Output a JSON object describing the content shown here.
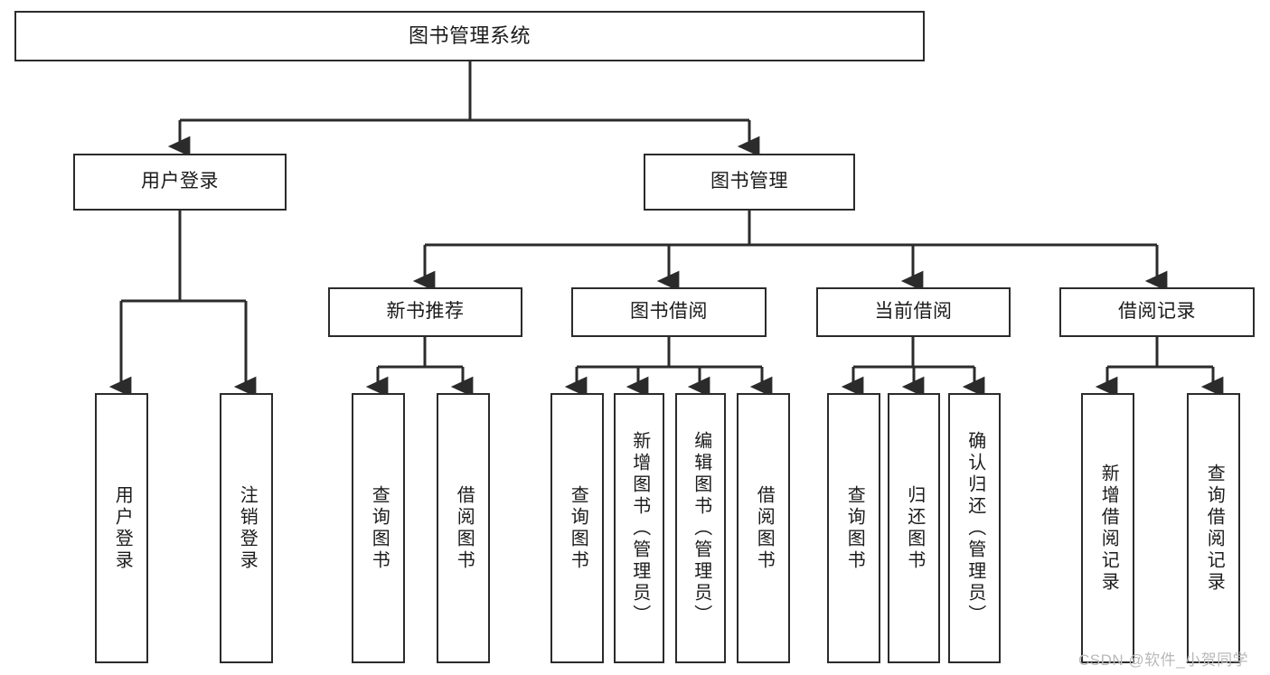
{
  "diagram": {
    "title": "图书管理系统",
    "type": "tree-hierarchy-chart",
    "watermark": "CSDN @软件_小贺同学",
    "colors": {
      "stroke": "#2b2b2b",
      "fill": "#ffffff",
      "text": "#1b1b1b",
      "watermark": "#b9b9b9"
    },
    "nodes": {
      "root": {
        "label": "图书管理系统"
      },
      "level2": [
        {
          "label": "用户登录"
        },
        {
          "label": "图书管理"
        }
      ],
      "level3": [
        {
          "label": "新书推荐"
        },
        {
          "label": "图书借阅"
        },
        {
          "label": "当前借阅"
        },
        {
          "label": "借阅记录"
        }
      ],
      "leaves": {
        "user_login": [
          {
            "label": "用户登录"
          },
          {
            "label": "注销登录"
          }
        ],
        "new_book_recommend": [
          {
            "label": "查询图书"
          },
          {
            "label": "借阅图书"
          }
        ],
        "book_borrow": [
          {
            "label": "查询图书"
          },
          {
            "label": "新增图书（管理员）"
          },
          {
            "label": "编辑图书（管理员）"
          },
          {
            "label": "借阅图书"
          }
        ],
        "current_borrow": [
          {
            "label": "查询图书"
          },
          {
            "label": "归还图书"
          },
          {
            "label": "确认归还（管理员）"
          }
        ],
        "borrow_record": [
          {
            "label": "新增借阅记录"
          },
          {
            "label": "查询借阅记录"
          }
        ]
      }
    }
  }
}
